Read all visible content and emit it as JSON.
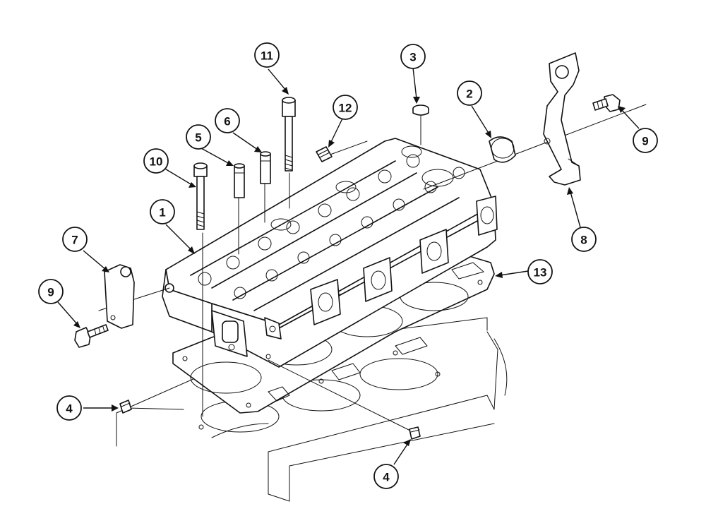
{
  "callouts": [
    {
      "id": "c1",
      "label": "1"
    },
    {
      "id": "c2",
      "label": "2"
    },
    {
      "id": "c3",
      "label": "3"
    },
    {
      "id": "c4a",
      "label": "4"
    },
    {
      "id": "c4b",
      "label": "4"
    },
    {
      "id": "c5",
      "label": "5"
    },
    {
      "id": "c6",
      "label": "6"
    },
    {
      "id": "c7",
      "label": "7"
    },
    {
      "id": "c8",
      "label": "8"
    },
    {
      "id": "c9a",
      "label": "9"
    },
    {
      "id": "c9b",
      "label": "9"
    },
    {
      "id": "c10",
      "label": "10"
    },
    {
      "id": "c11",
      "label": "11"
    },
    {
      "id": "c12",
      "label": "12"
    },
    {
      "id": "c13",
      "label": "13"
    }
  ]
}
